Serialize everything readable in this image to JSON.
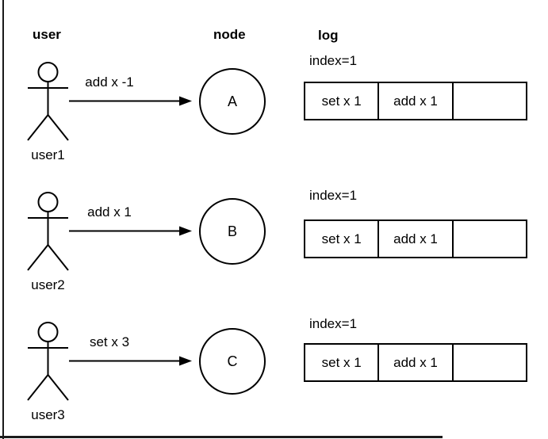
{
  "diagram": {
    "headers": {
      "user": "user",
      "node": "node",
      "log": "log"
    },
    "rows": [
      {
        "user_label": "user1",
        "command": "add x -1",
        "node_label": "A",
        "log": {
          "index_label": "index=1",
          "cells": [
            "set x 1",
            "add x 1",
            ""
          ]
        }
      },
      {
        "user_label": "user2",
        "command": "add x 1",
        "node_label": "B",
        "log": {
          "index_label": "index=1",
          "cells": [
            "set x 1",
            "add x 1",
            ""
          ]
        }
      },
      {
        "user_label": "user3",
        "command": "set x 3",
        "node_label": "C",
        "log": {
          "index_label": "index=1",
          "cells": [
            "set x 1",
            "add x 1",
            ""
          ]
        }
      }
    ],
    "colors": {
      "stroke": "#000000",
      "background": "#ffffff"
    }
  }
}
